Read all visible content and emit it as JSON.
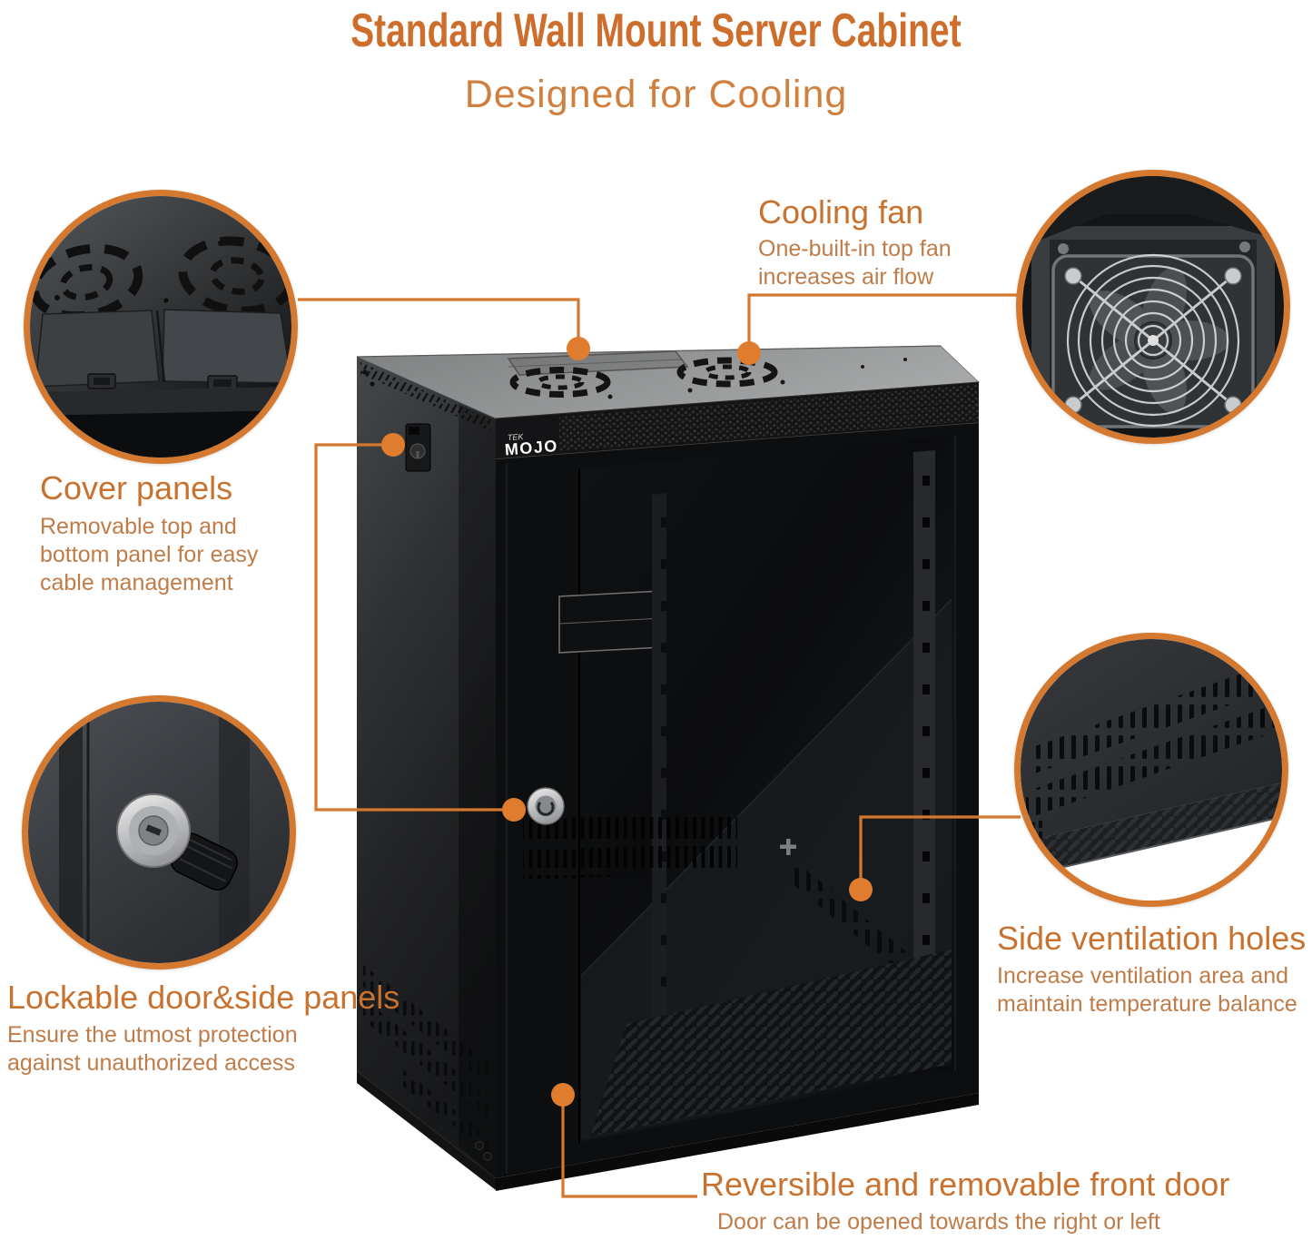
{
  "header": {
    "title": "Standard Wall Mount Server Cabinet",
    "subtitle": "Designed for Cooling"
  },
  "annotations": {
    "cooling_fan": {
      "heading": "Cooling fan",
      "body": "One-built-in top fan\nincreases air flow"
    },
    "cover_panels": {
      "heading": "Cover panels",
      "body": "Removable top and\nbottom panel for easy\ncable management"
    },
    "lockable": {
      "heading": "Lockable door&side panels",
      "body": "Ensure the utmost protection\nagainst unauthorized access"
    },
    "side_ventilationد": {
      "heading": "",
      "body": ""
    },
    "side_ventilation": {
      "heading": "Side ventilation holes",
      "body": "Increase ventilation area and\nmaintain temperature balance"
    },
    "front_door": {
      "heading": "Reversible and removable front door",
      "body": "Door can be opened towards the right or left"
    }
  },
  "cabinet": {
    "brand_top": "TEK",
    "brand": "MOJO"
  },
  "callouts": {
    "top_panels_photo": "cover-panels-top-view",
    "fan_photo": "cooling-fan-closeup",
    "lock_photo": "door-lock-closeup",
    "vents_photo": "side-ventilation-closeup"
  },
  "colors": {
    "accent_line": "#d4782f",
    "marker_dot": "#e07c2e",
    "ring": "#d4792f",
    "title": "#ce6e2c",
    "heading": "#c8722f",
    "body_text": "#bf7c49"
  }
}
